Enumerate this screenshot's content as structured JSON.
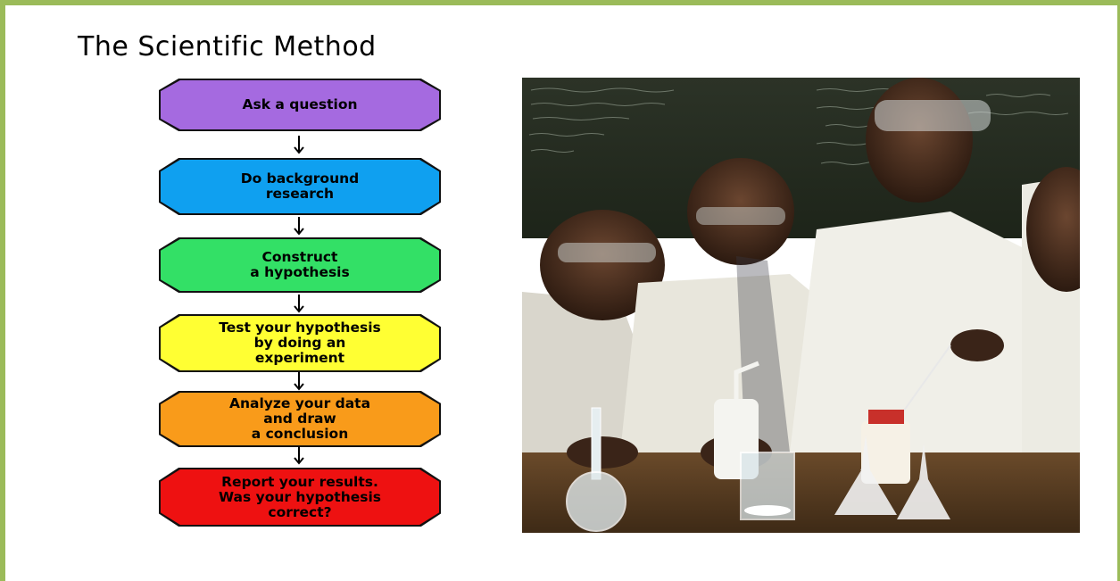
{
  "title": "The Scientific Method",
  "steps": [
    {
      "label": "Ask a question",
      "color": "#a56ae0",
      "text_color": "#000000"
    },
    {
      "label": "Do background\nresearch",
      "color": "#0fa0f0",
      "text_color": "#000000"
    },
    {
      "label": "Construct\na hypothesis",
      "color": "#33e066",
      "text_color": "#000000"
    },
    {
      "label": "Test your hypothesis\nby doing an\nexperiment",
      "color": "#ffff33",
      "text_color": "#000000"
    },
    {
      "label": "Analyze your data\nand draw\na conclusion",
      "color": "#f99b1a",
      "text_color": "#000000"
    },
    {
      "label": "Report your results.\nWas your hypothesis\ncorrect?",
      "color": "#ee1111",
      "text_color": "#000000"
    }
  ],
  "colors": {
    "frame": "#9bbb59",
    "step_border": "#111111"
  }
}
